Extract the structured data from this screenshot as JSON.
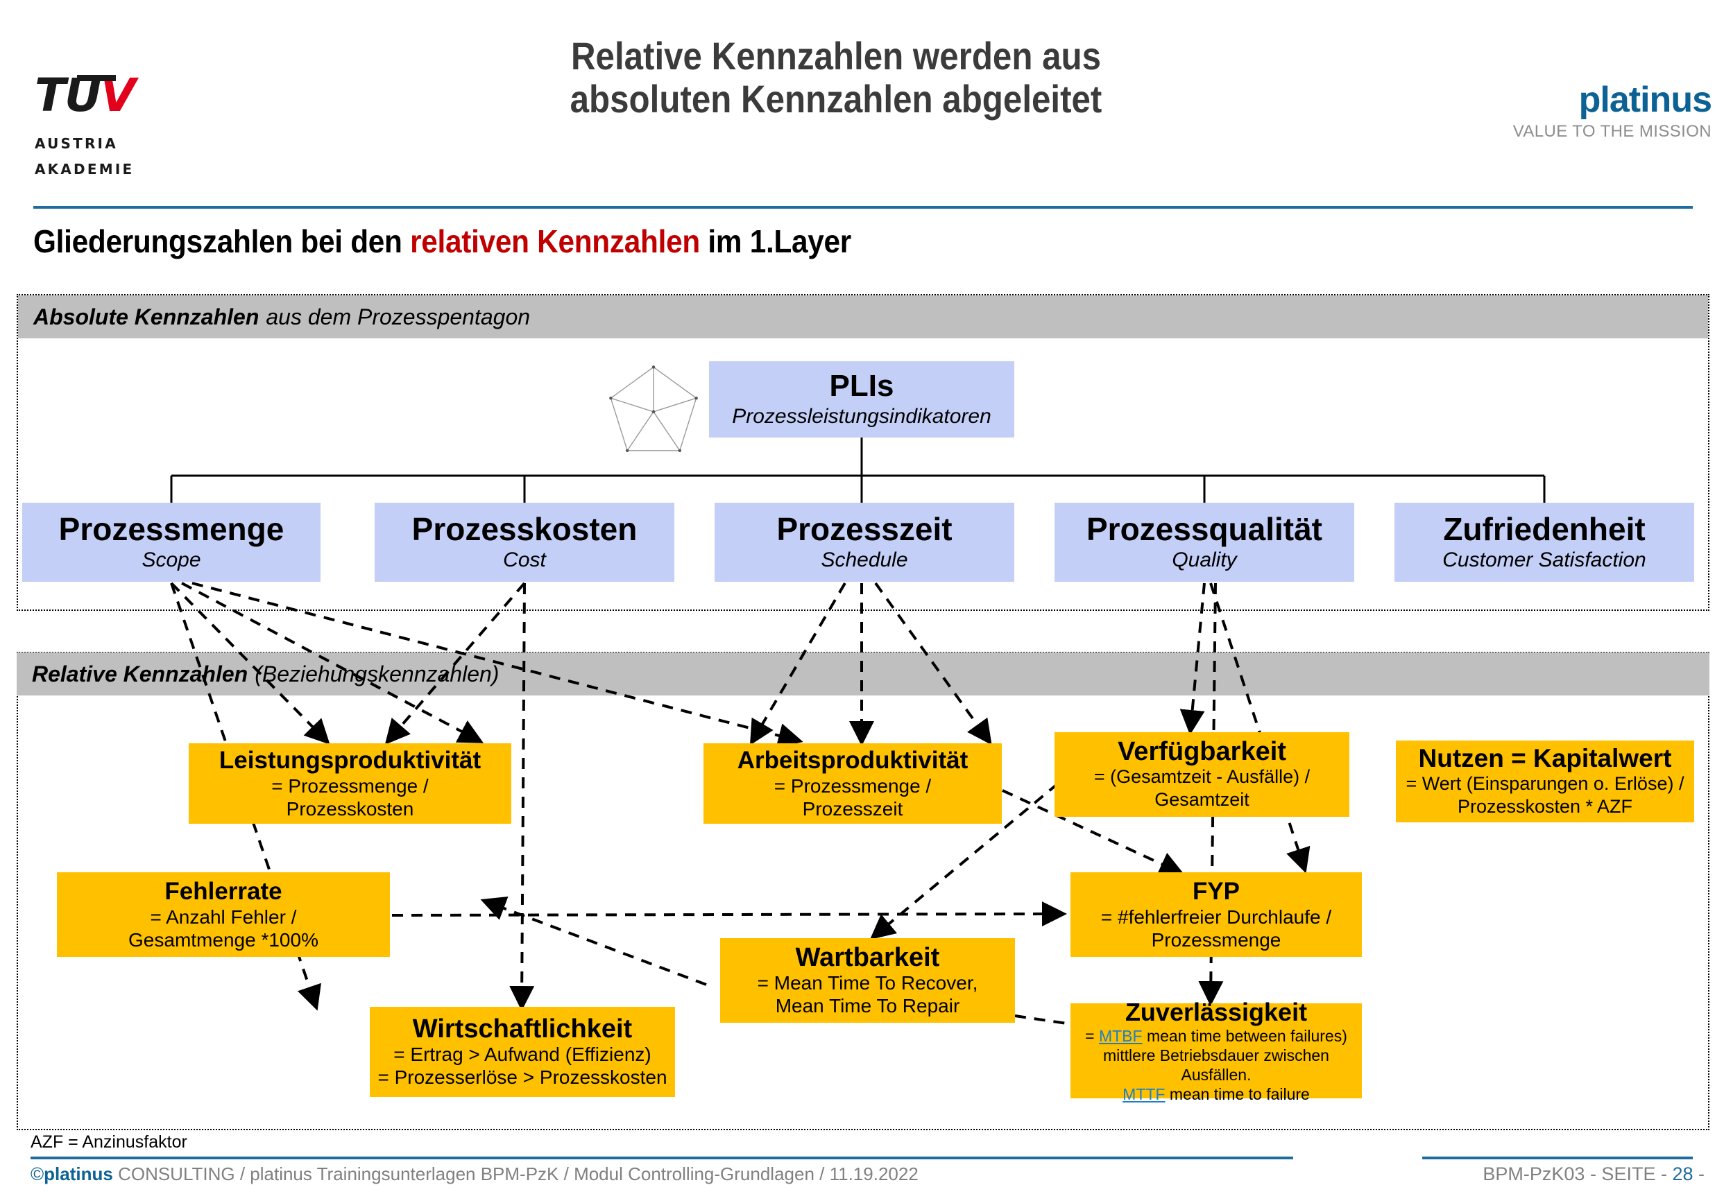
{
  "header": {
    "logo_tuv": {
      "mark": "TÜV",
      "line1": "AUSTRIA",
      "line2": "AKADEMIE"
    },
    "title_line1": "Relative Kennzahlen werden aus",
    "title_line2": "absoluten Kennzahlen abgeleitet",
    "logo_platinus": {
      "name": "platinus",
      "tagline": "VALUE TO THE MISSION"
    },
    "accent_color": "#1F6D9E",
    "brand_color": "#0C6294"
  },
  "subtitle": {
    "part1": "Gliederungszahlen bei den ",
    "highlight": "relativen Kennzahlen",
    "part2": " im 1.Layer",
    "highlight_color": "#C00000"
  },
  "bands": {
    "absolute": {
      "strong": "Absolute Kennzahlen",
      "rest": "aus dem Prozesspentagon"
    },
    "relative": {
      "strong": "Relative Kennzahlen",
      "rest": "(Beziehungskennzahlen)"
    },
    "band_color": "#BFBFBF"
  },
  "colors": {
    "blue_box": "#C3CFF6",
    "orange_box": "#FFC000",
    "link": "#1F7FC4"
  },
  "absolute_boxes": {
    "root": {
      "title": "PLIs",
      "subtitle": "Prozessleistungsindikatoren"
    },
    "items": [
      {
        "title": "Prozessmenge",
        "subtitle": "Scope"
      },
      {
        "title": "Prozesskosten",
        "subtitle": "Cost"
      },
      {
        "title": "Prozesszeit",
        "subtitle": "Schedule"
      },
      {
        "title": "Prozessqualität",
        "subtitle": "Quality"
      },
      {
        "title": "Zufriedenheit",
        "subtitle": "Customer Satisfaction"
      }
    ]
  },
  "relative_boxes": {
    "leistungsproduktivitaet": {
      "title": "Leistungsproduktivität",
      "line1": "= Prozessmenge /",
      "line2": "Prozesskosten"
    },
    "arbeitsproduktivitaet": {
      "title": "Arbeitsproduktivität",
      "line1": "= Prozessmenge /",
      "line2": "Prozesszeit"
    },
    "verfuegbarkeit": {
      "title": "Verfügbarkeit",
      "line1": "= (Gesamtzeit - Ausfälle) /",
      "line2": "Gesamtzeit"
    },
    "nutzen": {
      "title": "Nutzen = Kapitalwert",
      "line1": "= Wert (Einsparungen o. Erlöse) /",
      "line2": "Prozesskosten * AZF"
    },
    "fehlerrate": {
      "title": "Fehlerrate",
      "line1": "= Anzahl Fehler  /",
      "line2": "Gesamtmenge *100%"
    },
    "fyp": {
      "title": "FYP",
      "line1": "= #fehlerfreier Durchlaufe /",
      "line2": "Prozessmenge"
    },
    "wartbarkeit": {
      "title": "Wartbarkeit",
      "line1": "= Mean Time To Recover,",
      "line2": "Mean Time To Repair"
    },
    "wirtschaftlichkeit": {
      "title": "Wirtschaftlichkeit",
      "line1": "= Ertrag > Aufwand (Effizienz)",
      "line2": "= Prozesserlöse > Prozesskosten"
    },
    "zuverlaessigkeit": {
      "title": "Zuverlässigkeit",
      "prefix": "= ",
      "link1": "MTBF",
      "after1": " mean time between failures)",
      "line2": "mittlere Betriebsdauer zwischen Ausfällen.",
      "link2": "MTTF",
      "after2": " mean time to failure"
    }
  },
  "footer": {
    "azf_note": "AZF = Anzinusfaktor",
    "copyright_symbol": "©",
    "brand": "platinus",
    "left_rest": " CONSULTING / platinus Trainingsunterlagen BPM-PzK  /  Modul Controlling-Grundlagen  / 11.19.2022",
    "right_prefix": "BPM-PzK03  - SEITE - ",
    "page_number": "28",
    "right_suffix": " -"
  }
}
